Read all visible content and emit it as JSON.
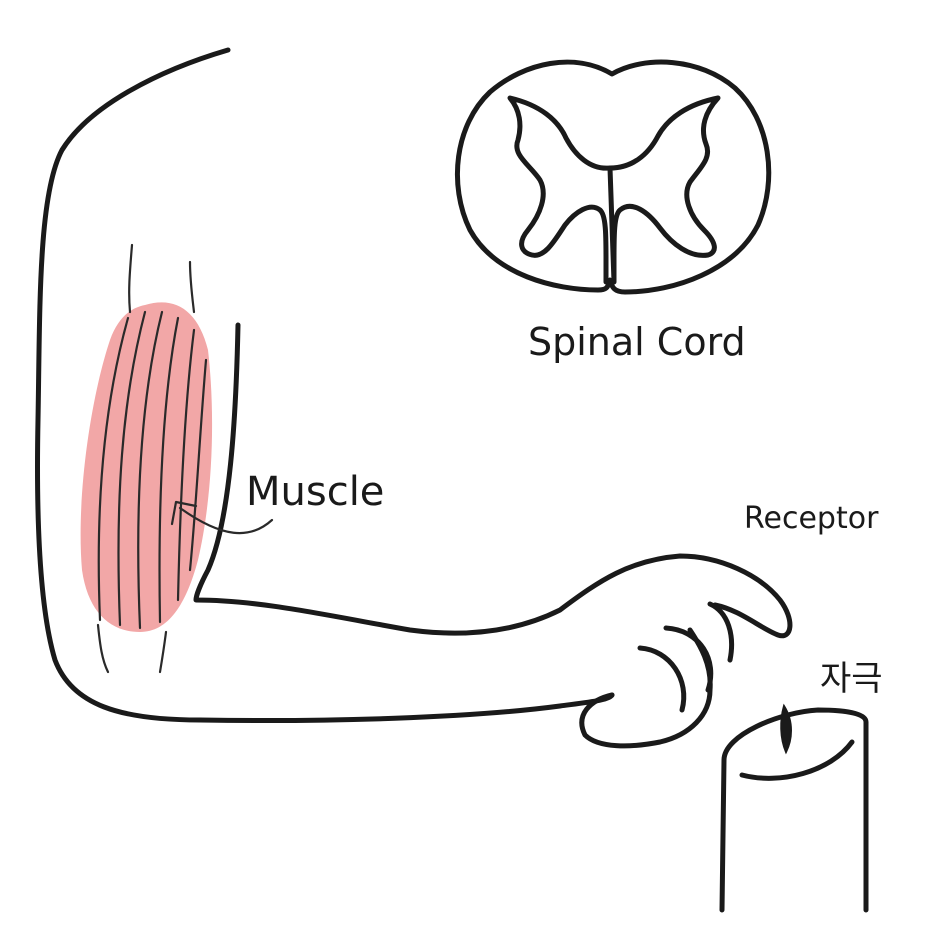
{
  "labels": {
    "spinal_cord": "Spinal Cord",
    "muscle": "Muscle",
    "receptor": "Receptor",
    "stimulus": "자극"
  },
  "colors": {
    "ink": "#1a1a1a",
    "muscle_fill": "#f2a7a7",
    "background": "#ffffff"
  }
}
